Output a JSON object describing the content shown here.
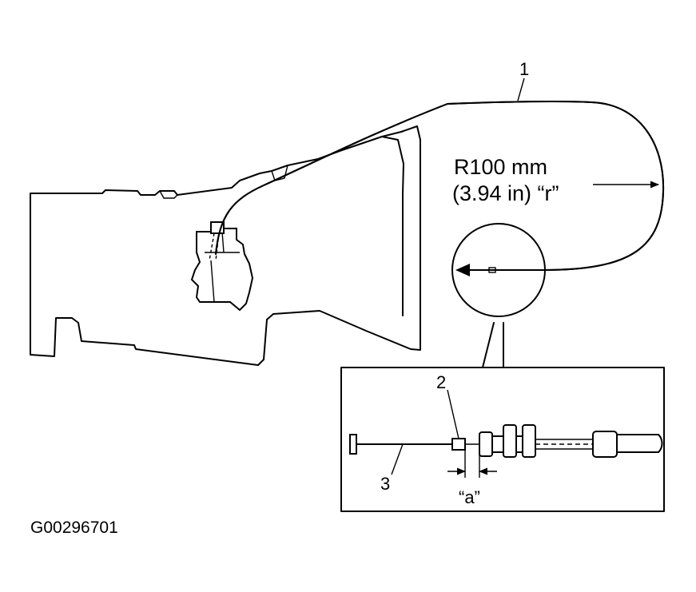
{
  "callouts": {
    "cable": "1",
    "clip": "2",
    "inner_cable": "3",
    "dimension_a": "“a”"
  },
  "bend_radius": {
    "line1": "R100 mm",
    "line2": "(3.94 in) “r”"
  },
  "figure_id": "G00296701"
}
